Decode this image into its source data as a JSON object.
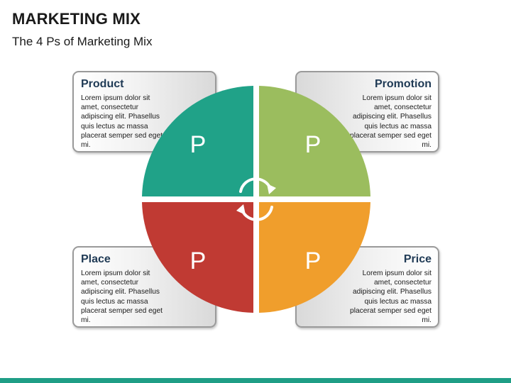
{
  "header": {
    "title": "MARKETING MIX",
    "subtitle": "The 4 Ps of Marketing Mix"
  },
  "quadrants": [
    {
      "id": "product",
      "heading": "Product",
      "letter": "P",
      "color": "#20a288",
      "body": "Lorem ipsum dolor sit amet, consectetur adipiscing elit. Phasellus quis lectus ac massa placerat semper sed eget mi."
    },
    {
      "id": "promotion",
      "heading": "Promotion",
      "letter": "P",
      "color": "#9bbd5e",
      "body": "Lorem ipsum dolor sit amet, consectetur adipiscing elit. Phasellus quis lectus ac massa placerat semper sed eget mi."
    },
    {
      "id": "place",
      "heading": "Place",
      "letter": "P",
      "color": "#c03a33",
      "body": "Lorem ipsum dolor sit amet, consectetur adipiscing elit. Phasellus quis lectus ac massa placerat semper sed eget mi."
    },
    {
      "id": "price",
      "heading": "Price",
      "letter": "P",
      "color": "#f09e2c",
      "body": "Lorem ipsum dolor sit amet, consectetur adipiscing elit. Phasellus quis lectus ac massa placerat semper sed eget mi."
    }
  ],
  "colors": {
    "heading_text": "#1f3a55",
    "footer_bar": "#1f9e86"
  },
  "center_icon": "cycle-arrows-icon"
}
